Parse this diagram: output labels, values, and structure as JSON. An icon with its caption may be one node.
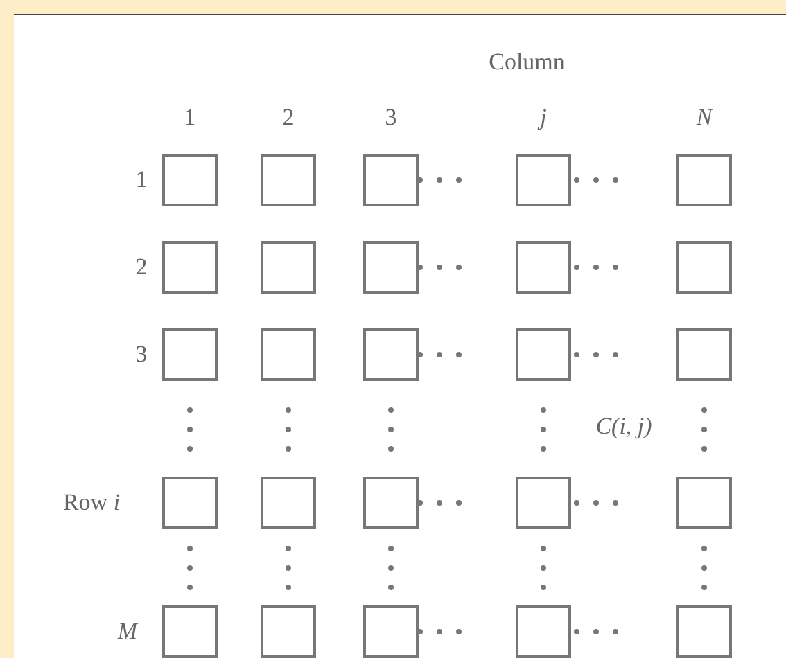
{
  "diagram": {
    "nodes": [
      {
        "text": [],
        "shape": "box"
      },
      {
        "text": [],
        "shape": "box"
      },
      {
        "text": [],
        "shape": "box"
      },
      {
        "text": [],
        "shape": "box"
      },
      {
        "text": [],
        "shape": "box"
      },
      {
        "text": [],
        "shape": "box"
      },
      {
        "text": [],
        "shape": "box"
      },
      {
        "text": [],
        "shape": "box"
      },
      {
        "text": [],
        "shape": "box"
      },
      {
        "text": [],
        "shape": "box"
      },
      {
        "text": [],
        "shape": "box"
      },
      {
        "text": [],
        "shape": "box"
      },
      {
        "text": [],
        "shape": "box"
      },
      {
        "text": [],
        "shape": "box"
      },
      {
        "text": [],
        "shape": "box"
      },
      {
        "text": [],
        "shape": "box"
      },
      {
        "text": [],
        "shape": "box"
      },
      {
        "text": [],
        "shape": "box"
      },
      {
        "text": [],
        "shape": "box",
        "beside": [
          "C(i, j)"
        ]
      },
      {
        "text": [],
        "shape": "box"
      },
      {
        "text": [],
        "shape": "box"
      },
      {
        "text": [],
        "shape": "box"
      },
      {
        "text": [],
        "shape": "box"
      },
      {
        "text": [],
        "shape": "box"
      },
      {
        "text": [],
        "shape": "box"
      }
    ],
    "labels": [
      "Column",
      "1",
      "2",
      "3",
      "*j*",
      "*N*",
      "1",
      "2",
      "3",
      "Row *i*",
      "*M*"
    ]
  }
}
